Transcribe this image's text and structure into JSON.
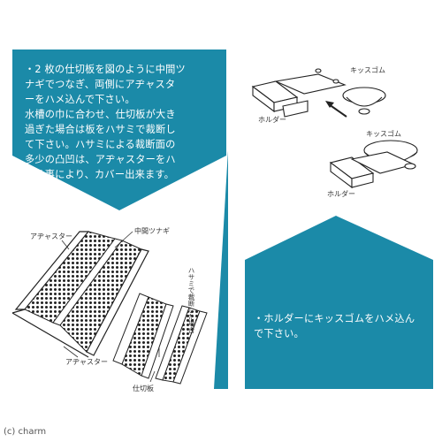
{
  "colors": {
    "panel": "#1b8aa8",
    "ink": "#333333",
    "background": "#ffffff"
  },
  "left_panel": {
    "lines": [
      "・2 枚の仕切板を図のように中間ツ",
      "  ナギでつなぎ、両側にアヂャスタ",
      "  ーをハメ込んで下さい。",
      "  水槽の巾に合わせ、仕切板が大き",
      "  過ぎた場合は板をハサミで裁断し",
      "  て下さい。ハサミによる裁断面の",
      "  多少の凸凹は、アヂャスターをハ",
      "  メる事により、カバー出来ます。"
    ]
  },
  "right_panel": {
    "lines": [
      "・ホルダーにキッスゴムをハメ込ん",
      "  で下さい。"
    ]
  },
  "labels": {
    "adjuster_top": "アヂャスター",
    "middle_joint": "中間ツナギ",
    "scissors_cut": "ハサミで裁断した場合",
    "adjuster_bottom": "アヂャスター",
    "partition": "仕切板",
    "kiss_gum_1": "キッスゴム",
    "holder_1": "ホルダー",
    "kiss_gum_2": "キッスゴム",
    "holder_2": "ホルダー"
  },
  "watermark": "(c) charm"
}
